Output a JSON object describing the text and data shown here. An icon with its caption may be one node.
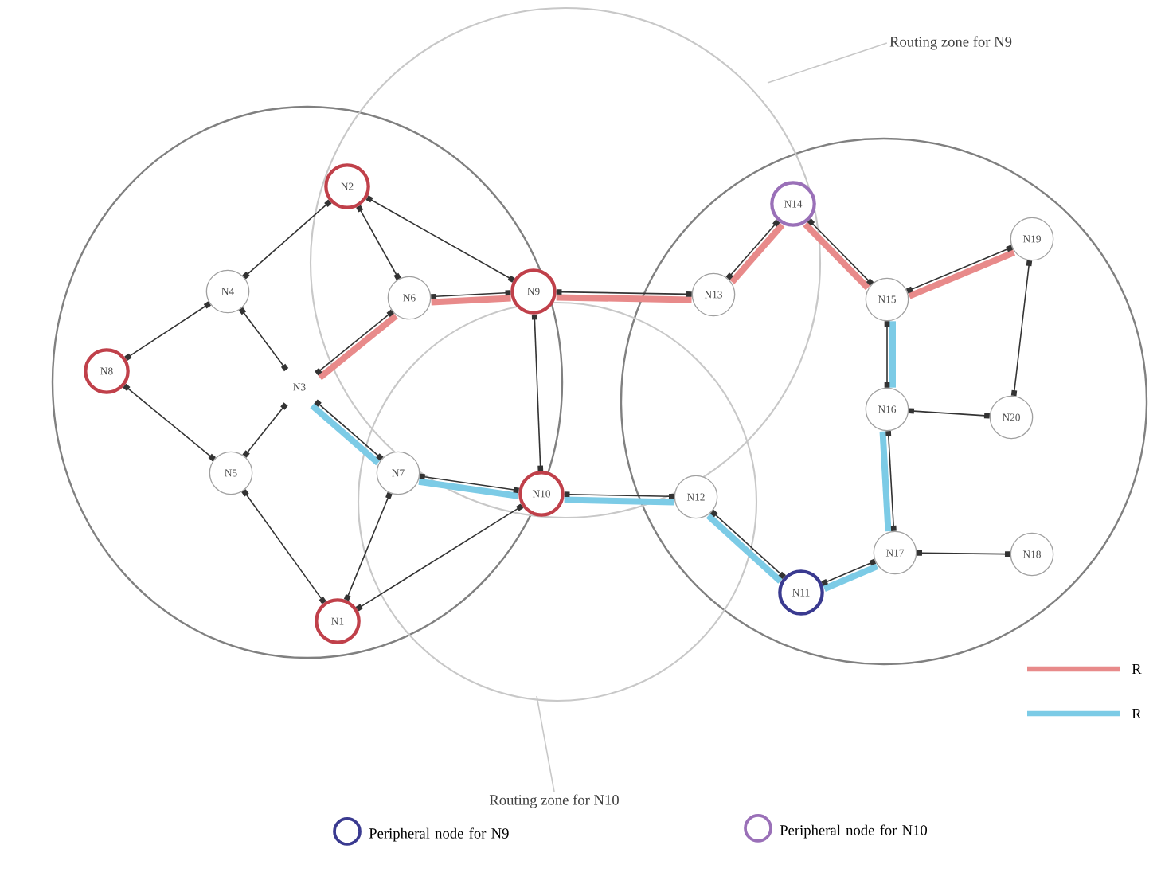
{
  "diagram": {
    "nodes": [
      {
        "text": [
          "Routing zone for N9"
        ]
      },
      {
        "text": [
          "N2"
        ]
      },
      {
        "text": [
          "N14"
        ]
      },
      {
        "text": [
          "N19"
        ]
      },
      {
        "text": [
          "N4"
        ]
      },
      {
        "text": [
          "N6"
        ]
      },
      {
        "text": [
          "N9"
        ]
      },
      {
        "text": [
          "N13"
        ]
      },
      {
        "text": [
          "N15"
        ]
      },
      {
        "text": [
          "N8"
        ]
      },
      {
        "text": [
          "N3"
        ]
      },
      {
        "text": [
          "N16"
        ]
      },
      {
        "text": [
          "N20"
        ]
      },
      {
        "text": [
          "N5"
        ]
      },
      {
        "text": [
          "N7"
        ]
      },
      {
        "text": [
          "N10"
        ]
      },
      {
        "text": [
          "N12"
        ]
      },
      {
        "text": [
          "N17"
        ]
      },
      {
        "text": [
          "N18"
        ]
      },
      {
        "text": [
          "N11"
        ]
      },
      {
        "text": [
          "N1"
        ]
      },
      {
        "text": [
          "Routing zone for N10"
        ]
      }
    ],
    "edges": [
      {
        "from": 10,
        "to": 5,
        "arrow": "none",
        "style": "thick",
        "color": "#e88a8a"
      },
      {
        "from": 5,
        "to": 6,
        "arrow": "none",
        "style": "thick",
        "color": "#e88a8a"
      },
      {
        "from": 6,
        "to": 7,
        "arrow": "none",
        "style": "thick",
        "color": "#e88a8a"
      },
      {
        "from": 7,
        "to": 2,
        "arrow": "none",
        "style": "thick",
        "color": "#e88a8a"
      },
      {
        "from": 2,
        "to": 8,
        "arrow": "none",
        "style": "thick",
        "color": "#e88a8a"
      },
      {
        "from": 8,
        "to": 3,
        "arrow": "none",
        "style": "thick",
        "color": "#e88a8a"
      },
      {
        "from": 10,
        "to": 14,
        "arrow": "none",
        "style": "thick",
        "color": "#7ccbe6"
      },
      {
        "from": 14,
        "to": 15,
        "arrow": "none",
        "style": "thick",
        "color": "#7ccbe6"
      },
      {
        "from": 15,
        "to": 16,
        "arrow": "none",
        "style": "thick",
        "color": "#7ccbe6"
      },
      {
        "from": 16,
        "to": 19,
        "arrow": "none",
        "style": "thick",
        "color": "#7ccbe6"
      },
      {
        "from": 19,
        "to": 17,
        "arrow": "none",
        "style": "thick",
        "color": "#7ccbe6"
      },
      {
        "from": 17,
        "to": 11,
        "arrow": "none",
        "style": "thick",
        "color": "#7ccbe6"
      },
      {
        "from": 11,
        "to": 8,
        "arrow": "none",
        "style": "thick",
        "color": "#7ccbe6"
      },
      {
        "from": 1,
        "to": 4,
        "arrow": "other"
      },
      {
        "from": 1,
        "to": 5,
        "arrow": "other"
      },
      {
        "from": 1,
        "to": 6,
        "arrow": "other"
      },
      {
        "from": 4,
        "to": 9,
        "arrow": "other"
      },
      {
        "from": 4,
        "to": 10,
        "arrow": "other"
      },
      {
        "from": 5,
        "to": 6,
        "arrow": "other"
      },
      {
        "from": 5,
        "to": 10,
        "arrow": "other"
      },
      {
        "from": 9,
        "to": 13,
        "arrow": "other"
      },
      {
        "from": 10,
        "to": 13,
        "arrow": "other"
      },
      {
        "from": 10,
        "to": 14,
        "arrow": "other"
      },
      {
        "from": 13,
        "to": 20,
        "arrow": "other"
      },
      {
        "from": 14,
        "to": 20,
        "arrow": "other"
      },
      {
        "from": 14,
        "to": 15,
        "arrow": "other"
      },
      {
        "from": 15,
        "to": 20,
        "arrow": "other"
      },
      {
        "from": 6,
        "to": 15,
        "arrow": "other"
      },
      {
        "from": 6,
        "to": 7,
        "arrow": "other"
      },
      {
        "from": 7,
        "to": 2,
        "arrow": "other"
      },
      {
        "from": 2,
        "to": 8,
        "arrow": "other"
      },
      {
        "from": 8,
        "to": 3,
        "arrow": "other"
      },
      {
        "from": 8,
        "to": 11,
        "arrow": "other"
      },
      {
        "from": 3,
        "to": 12,
        "arrow": "other"
      },
      {
        "from": 11,
        "to": 12,
        "arrow": "other"
      },
      {
        "from": 11,
        "to": 17,
        "arrow": "other"
      },
      {
        "from": 17,
        "to": 18,
        "arrow": "other"
      },
      {
        "from": 17,
        "to": 19,
        "arrow": "other"
      },
      {
        "from": 16,
        "to": 19,
        "arrow": "other"
      },
      {
        "from": 15,
        "to": 16,
        "arrow": "other"
      },
      {
        "from": 0,
        "to": null,
        "arrow": "none",
        "color": "#c8c8c8"
      },
      {
        "from": 21,
        "to": null,
        "arrow": "none",
        "color": "#c8c8c8"
      }
    ],
    "legend": [
      {
        "text": "R"
      },
      {
        "text": "R"
      },
      {
        "text": "Peripheral node for N9"
      },
      {
        "text": "Peripheral node for N10"
      }
    ]
  }
}
